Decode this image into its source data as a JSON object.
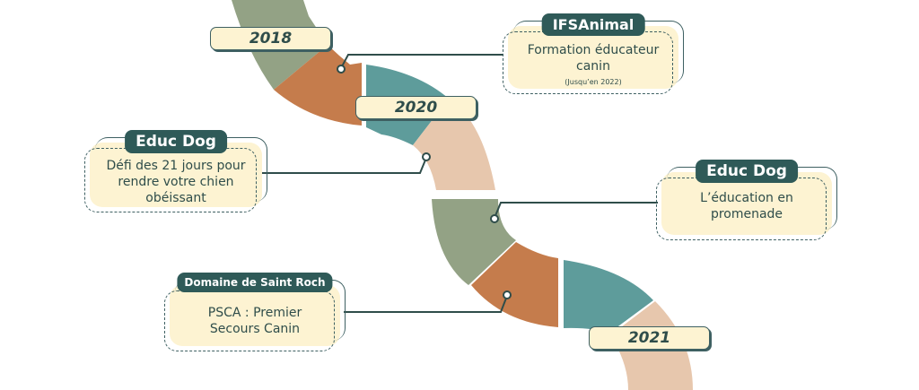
{
  "colors": {
    "sage": "#93a285",
    "terracotta": "#c57c4c",
    "teal": "#5e9c9b",
    "sand": "#e7c7ad",
    "card_bg": "#fdf3d2",
    "title_bg": "#2f5a58",
    "line": "#2f4d4a"
  },
  "years": [
    "2018",
    "2020",
    "2021"
  ],
  "events": [
    {
      "title": "IFSAnimal",
      "text": "Formation éducateur canin",
      "note": "(Jusqu’en 2022)"
    },
    {
      "title": "Educ Dog",
      "text": "Défi des 21 jours pour rendre votre chien obéissant"
    },
    {
      "title": "Educ Dog",
      "text": "L’éducation en promenade"
    },
    {
      "title": "Domaine de Saint Roch",
      "text": "PSCA : Premier Secours Canin"
    }
  ]
}
